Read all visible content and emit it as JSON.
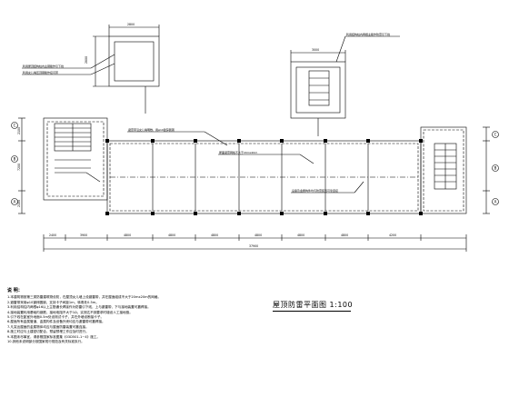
{
  "drawing": {
    "title": "屋顶防雷平面图  1:100",
    "colors": {
      "line": "#000000",
      "paper": "#ffffff"
    },
    "top_dimensions": [
      "2800",
      "3000",
      "2800"
    ],
    "bottom_dimensions": [
      "2400",
      "3900",
      "4800",
      "4800",
      "4800",
      "4800",
      "4800",
      "4800",
      "4200"
    ],
    "overall_length": "37900",
    "left_dimensions": [
      "2100",
      "7200",
      "2100"
    ],
    "axis_labels_left": [
      "C",
      "B",
      "A"
    ],
    "axis_labels_right": [
      "C",
      "B",
      "A"
    ],
    "callouts": [
      "利用屋顶结构柱内主钢筋作引下线",
      "利用女儿墙压顶钢筋作接闪带",
      "避雷带沿女儿墙明敷，用φ10镀锌圆钢",
      "屋面避雷网格不大于20mx20m",
      "利用结构柱内两根主筋作防雷引下线",
      "设备及金属构件均与防雷装置可靠连接"
    ],
    "notes_heading": "说 明：",
    "notes": [
      "1.本建筑物按第三类防雷建筑物设防，在屋顶女儿墙上设避雷带，并在屋面组成不大于20mx20m的网格。",
      "2.避雷带采用φ10镀锌圆钢，支持卡子间距1m，转角处0.5m。",
      "3.利用结构柱内两根φ16以上主筋通长焊接作为防雷引下线，上与避雷带、下与接地装置可靠焊接。",
      "4.接地装置利用基础内钢筋，接地电阻不大于1Ω，实测达不到要求时增设人工接地极。",
      "5.引下线在距室外地面0.5m处设测试卡子，并在外墙设断接卡子。",
      "6.屋面所有金属管道、金属构件及设备外壳均应与避雷带可靠焊接。",
      "7.凡突出屋面的金属物体均应与屋面防雷装置可靠连接。",
      "8.施工时应与土建密切配合，预留预埋工作应及时进行。",
      "9.本图未尽事宜，请参照国家标准图集《03D501-1~4》施工。",
      "10.其他未说明部分按国家现行规范及有关标准执行。"
    ]
  }
}
